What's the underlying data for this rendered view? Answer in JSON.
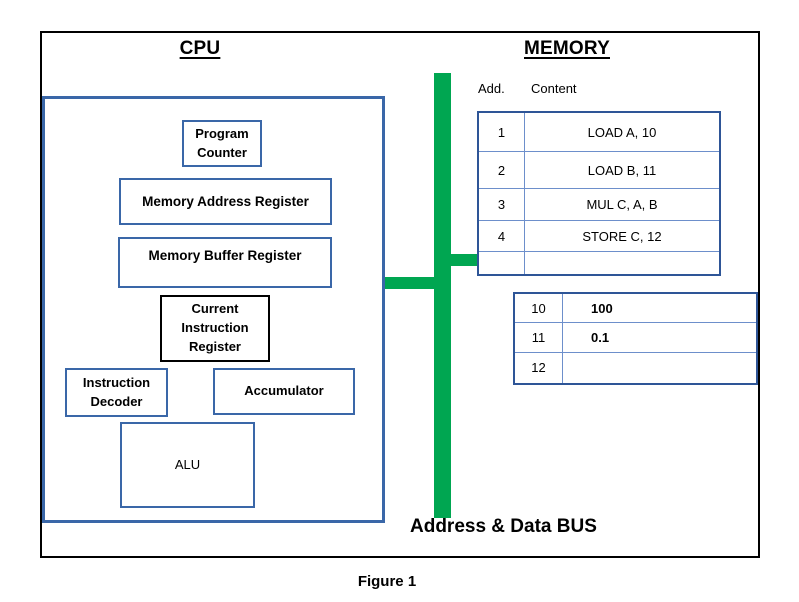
{
  "diagram": {
    "cpu": {
      "title": "CPU",
      "registers": {
        "program_counter": "Program\nCounter",
        "memory_address_register": "Memory Address Register",
        "memory_buffer_register": "Memory Buffer Register",
        "current_instruction_register": "Current\nInstruction\nRegister",
        "instruction_decoder": "Instruction\nDecoder",
        "accumulator": "Accumulator",
        "alu": "ALU"
      }
    },
    "memory": {
      "title": "MEMORY",
      "address_header": "Add.",
      "content_header": "Content",
      "program_rows": [
        {
          "address": "1",
          "content": "LOAD A, 10"
        },
        {
          "address": "2",
          "content": "LOAD B, 11"
        },
        {
          "address": "3",
          "content": "MUL C, A, B"
        },
        {
          "address": "4",
          "content": "STORE C, 12"
        },
        {
          "address": "",
          "content": ""
        }
      ],
      "data_rows": [
        {
          "address": "10",
          "value": "100"
        },
        {
          "address": "11",
          "value": "0.1"
        },
        {
          "address": "12",
          "value": ""
        }
      ]
    },
    "bus": {
      "label": "Address & Data BUS",
      "color": "#00A651"
    },
    "caption": "Figure 1"
  },
  "colors": {
    "box_border_blue": "#3A67A8",
    "table_border_dark": "#2E5597",
    "table_grid_light": "#6D8FCB",
    "bus_green": "#00A651",
    "frame_black": "#000000"
  }
}
